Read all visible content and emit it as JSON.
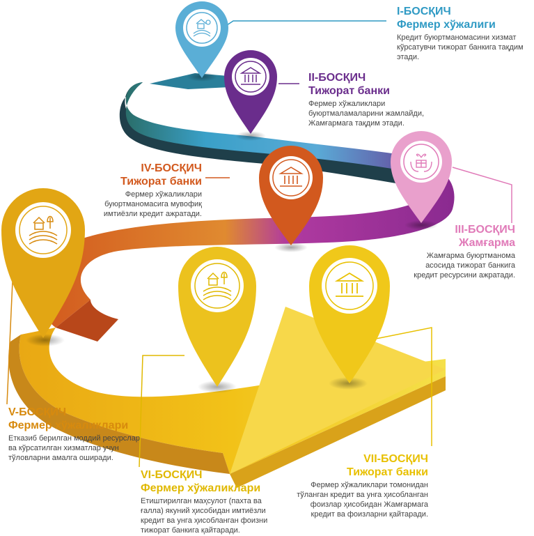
{
  "steps": [
    {
      "title": "I-БОСҚИЧ",
      "subtitle": "Фермер хўжалиги",
      "description": "Кредит буюртманомасини хизмат кўрсатувчи тижорат банкига тақдим этади.",
      "color": "#2f9ac4",
      "icon": "farm-icon"
    },
    {
      "title": "II-БОСҚИЧ",
      "subtitle": "Тижорат банки",
      "description": "Фермер хўжаликлари буюртмаламаларини жамлайди, Жамғармага тақдим этади.",
      "color": "#6a2d8c",
      "icon": "bank-icon"
    },
    {
      "title": "III-БОСҚИЧ",
      "subtitle": "Жамғарма",
      "description": "Жамғарма буюртманома асосида тижорат банкига кредит ресурсини ажратади.",
      "color": "#e07ab8",
      "icon": "hands-gift-icon"
    },
    {
      "title": "IV-БОСҚИЧ",
      "subtitle": "Тижорат банки",
      "description": "Фермер хўжаликлари буюртманомасига мувофиқ имтиёзли кредит ажратади.",
      "color": "#d2591e",
      "icon": "bank-icon"
    },
    {
      "title": "V-БОСҚИЧ",
      "subtitle": "Фермер хўжаликлари",
      "description": "Етказиб берилган моддий ресурслар ва кўрсатилган хизматлар учун тўловларни амалга оширади.",
      "color": "#d78a0e",
      "icon": "farm-icon"
    },
    {
      "title": "VI-БОСҚИЧ",
      "subtitle": "Фермер хўжаликлари",
      "description": "Етиштирилган маҳсулот (пахта ва ғалла) якуний ҳисобидан имтиёзли кредит ва унга ҳисобланган фоизни тижорат банкига қайтаради.",
      "color": "#e0b800",
      "icon": "farm-icon"
    },
    {
      "title": "VII-БОСҚИЧ",
      "subtitle": "Тижорат банки",
      "description": "Фермер хўжаликлари томонидан тўланган кредит ва унга ҳисобланган фоизлар ҳисобидан Жамғармага кредит ва фоизларни қайтаради.",
      "color": "#e8c000",
      "icon": "bank-icon"
    }
  ]
}
